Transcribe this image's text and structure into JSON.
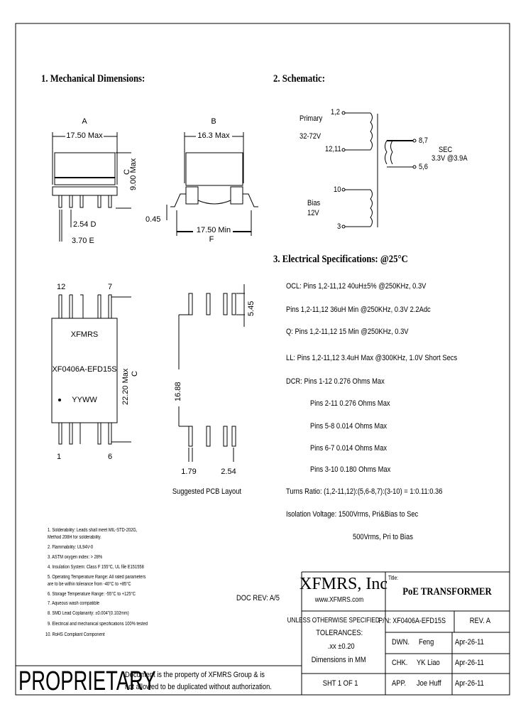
{
  "sections": {
    "mechanical": "1. Mechanical Dimensions:",
    "schematic": "2. Schematic:",
    "electrical": "3. Electrical Specifications: @25°C"
  },
  "mechanical": {
    "side_view": {
      "letter_a": "A",
      "width": "17.50 Max",
      "height": "9.00 Max",
      "letter_c": "C",
      "pitch": "2.54 D",
      "pin_width": "3.70 E"
    },
    "end_view": {
      "letter_b": "B",
      "width": "16.3 Max",
      "lead": "0.45",
      "span": "17.50 Min",
      "letter_f": "F"
    },
    "top_view": {
      "pin_12": "12",
      "pin_7": "7",
      "pin_1": "1",
      "pin_6": "6",
      "brand": "XFMRS",
      "part": "XF0406A-EFD15S",
      "date_code": "YYWW",
      "length": "22.20 Max",
      "letter_c": "C"
    },
    "pcb": {
      "span": "16.88",
      "pad_len": "5.45",
      "pad_w": "1.79",
      "pitch": "2.54",
      "caption": "Suggested PCB Layout"
    }
  },
  "schematic": {
    "primary": "Primary",
    "primary_v": "32-72V",
    "pin_12": "1,2",
    "pin_1211": "12,11",
    "sec_87": "8,7",
    "sec_56": "5,6",
    "sec": "SEC",
    "sec_rating": "3.3V @3.9A",
    "pin_10": "10",
    "pin_3": "3",
    "bias": "Bias",
    "bias_v": "12V"
  },
  "electrical": {
    "ocl": "OCL:  Pins 1,2-11,12 40uH±5% @250KHz, 0.3V",
    "ocl_dc": "Pins 1,2-11,12 36uH Min @250KHz, 0.3V  2.2Adc",
    "q": "Q:  Pins 1,2-11,12 15 Min @250KHz, 0.3V",
    "ll": "LL:  Pins 1,2-11,12 3.4uH Max @300KHz, 1.0V Short Secs",
    "dcr": [
      "DCR:  Pins 1-12 0.276 Ohms Max",
      "Pins 2-11 0.276 Ohms Max",
      "Pins 5-8 0.014 Ohms Max",
      "Pins 6-7 0.014 Ohms Max",
      "Pins 3-10 0.180 Ohms Max"
    ],
    "turns": "Turns Ratio:  (1,2-11,12):(5,6-8,7):(3-10) = 1:0.11:0.36",
    "isolation": "Isolation Voltage:  1500Vrms, Pri&Bias to Sec",
    "isolation2": "500Vrms, Pri to Bias"
  },
  "notes": [
    "1. Solderability: Leads shall meet MIL-STD-202G,",
    "    Method 208H for solderability.",
    "2. Flammability: UL94V-0",
    "3. ASTM oxygen index: > 28%",
    "4. Insulation System: Class F 155°C, UL file E151558",
    "5. Operating Temperature Range: All rated parameters",
    "    are to be within tolerance from -40°C to +85°C",
    "6. Storage Temperature Range: -55°C to +125°C",
    "7. Aqueous wash compatible",
    "8. SMD Lead Coplanarity: ±0.004\"(0.102mm)",
    "9. Electrical and mechanical specifications 100% tested",
    "10. RoHS Compliant Component"
  ],
  "doc_rev": "DOC REV: A/5",
  "proprietary": {
    "word": "PROPRIETARY",
    "line1": "Document is the property of XFMRS Group & is",
    "line2": "not allowed to be duplicated without authorization."
  },
  "title_block": {
    "company": "XFMRS, Inc",
    "website": "www.XFMRS.com",
    "title_label": "Title:",
    "title": "PoE TRANSFORMER",
    "unless": "UNLESS OTHERWISE SPECIFIED",
    "tolerances": "TOLERANCES:",
    "tol_value": ".xx ±0.20",
    "units": "Dimensions in MM",
    "sheet": "SHT 1 OF 1",
    "pn": "P/N: XF0406A-EFD15S",
    "rev": "REV. A",
    "rows": [
      {
        "role": "DWN.",
        "name": "Feng",
        "date": "Apr-26-11"
      },
      {
        "role": "CHK.",
        "name": "YK Liao",
        "date": "Apr-26-11"
      },
      {
        "role": "APP.",
        "name": "Joe Huff",
        "date": "Apr-26-11"
      }
    ]
  }
}
